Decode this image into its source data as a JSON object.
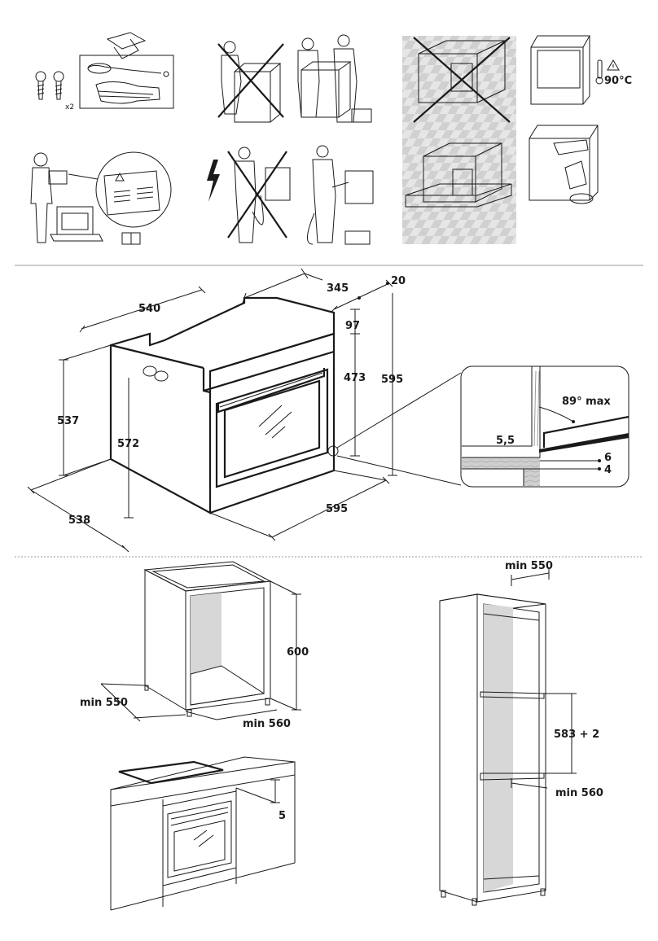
{
  "section1": {
    "screw_count": "x2",
    "temperature": "90°C"
  },
  "section2": {
    "dims": {
      "width_top": "540",
      "depth_top": "345",
      "panel": "20",
      "top_gap": "97",
      "cavity_h": "473",
      "front_h": "595",
      "side_h": "537",
      "cut_h": "572",
      "depth_bottom": "538",
      "width_bottom": "595"
    },
    "detail": {
      "angle": "89° max",
      "gap": "5,5",
      "a": "6",
      "b": "4"
    }
  },
  "section3": {
    "cabinet": {
      "height": "600",
      "depth": "min 550",
      "width": "min 560"
    },
    "worktop": {
      "gap": "5"
    },
    "column": {
      "depth": "min 550",
      "opening": "583 + 2",
      "width": "min 560"
    }
  }
}
